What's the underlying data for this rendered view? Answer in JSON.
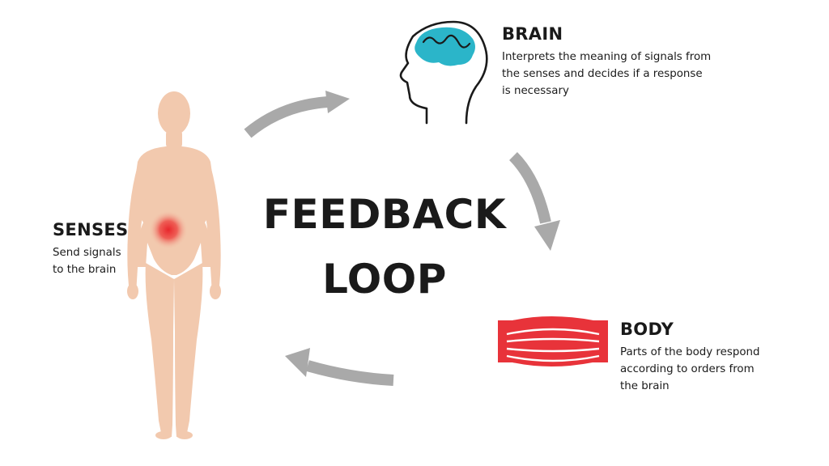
{
  "title": {
    "line1": "FEEDBACK",
    "line2": "LOOP"
  },
  "brain": {
    "heading": "BRAIN",
    "lines": [
      "Interprets the meaning of signals from",
      "the senses and decides if a response",
      "is necessary"
    ]
  },
  "senses": {
    "heading": "SENSES",
    "lines": [
      "Send signals",
      "to the brain"
    ]
  },
  "body": {
    "heading": "BODY",
    "lines": [
      "Parts of the body respond",
      "according to orders from",
      "the brain"
    ]
  },
  "colors": {
    "arrow": "#a9a9a9",
    "brain": "#2bb5c9",
    "muscle": "#e8333a",
    "skin": "#f2c9ae",
    "signal": "#e23a3a",
    "text": "#1a1a1a"
  },
  "icons": {
    "brain": "head-with-brain-icon",
    "body": "female-body-figure",
    "muscle": "muscle-fiber-icon",
    "arrows": "cycle-arrow-icon"
  }
}
